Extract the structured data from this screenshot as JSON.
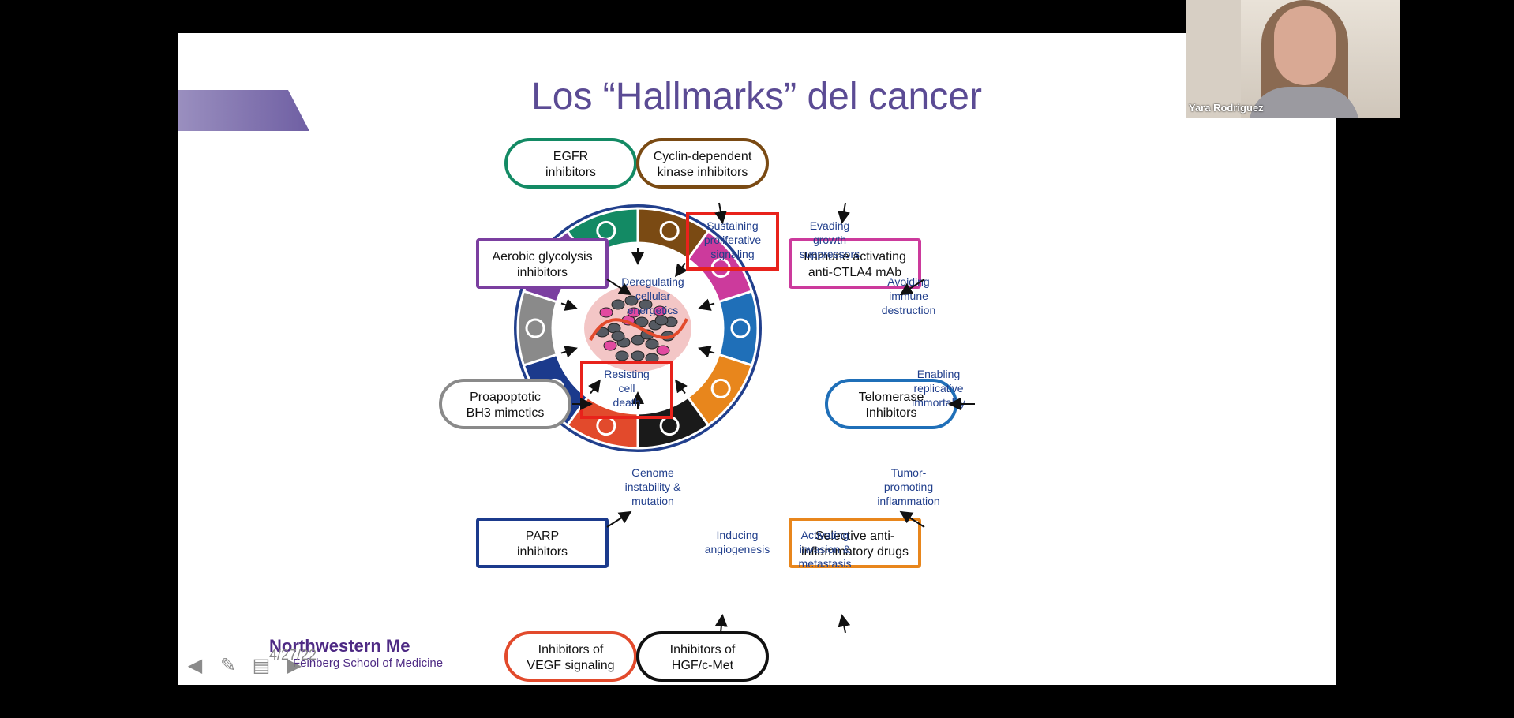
{
  "slide": {
    "title": "Los “Hallmarks” del cancer",
    "date": "4/27/22",
    "logo_main": "Northwestern Me",
    "logo_sub": "Feinberg School of Medicine"
  },
  "video": {
    "participant_name": "Yara Rodriguez"
  },
  "colors": {
    "title": "#5b4b94",
    "hallmark_text": "#213f8c",
    "highlight_box": "#e8221b",
    "ring_outline": "#213f8c"
  },
  "diagram": {
    "drugs": [
      {
        "id": "egfr",
        "lines": [
          "EGFR",
          "inhibitors"
        ],
        "color": "#138a64",
        "shape": "pill"
      },
      {
        "id": "cdk",
        "lines": [
          "Cyclin-dependent",
          "kinase inhibitors"
        ],
        "color": "#7a4a13",
        "shape": "pill"
      },
      {
        "id": "aerobic",
        "lines": [
          "Aerobic glycolysis",
          "inhibitors"
        ],
        "color": "#7b3fa0",
        "shape": "box"
      },
      {
        "id": "ctla4",
        "lines": [
          "Immune activating",
          "anti-CTLA4 mAb"
        ],
        "color": "#cc3a9c",
        "shape": "box"
      },
      {
        "id": "bh3",
        "lines": [
          "Proapoptotic",
          "BH3 mimetics"
        ],
        "color": "#8a8a8a",
        "shape": "pill"
      },
      {
        "id": "telomerase",
        "lines": [
          "Telomerase",
          "Inhibitors"
        ],
        "color": "#1f6fb8",
        "shape": "pill"
      },
      {
        "id": "parp",
        "lines": [
          "PARP",
          "inhibitors"
        ],
        "color": "#1b3a8c",
        "shape": "box"
      },
      {
        "id": "antiinflam",
        "lines": [
          "Selective anti-",
          "inflammatory drugs"
        ],
        "color": "#e8861c",
        "shape": "box"
      },
      {
        "id": "vegf",
        "lines": [
          "Inhibitors of",
          "VEGF signaling"
        ],
        "color": "#e24a2c",
        "shape": "pill"
      },
      {
        "id": "hgf",
        "lines": [
          "Inhibitors of",
          "HGF/c-Met"
        ],
        "color": "#111111",
        "shape": "pill"
      }
    ],
    "hallmarks": [
      {
        "id": "proliferative",
        "lines": [
          "Sustaining",
          "proliferative",
          "signaling"
        ],
        "highlighted": true
      },
      {
        "id": "growth",
        "lines": [
          "Evading",
          "growth",
          "suppressors"
        ],
        "highlighted": false
      },
      {
        "id": "energetics",
        "lines": [
          "Deregulating",
          "cellular",
          "energetics"
        ],
        "highlighted": false
      },
      {
        "id": "immune",
        "lines": [
          "Avoiding",
          "immune",
          "destruction"
        ],
        "highlighted": false
      },
      {
        "id": "celldeath",
        "lines": [
          "Resisting",
          "cell",
          "death"
        ],
        "highlighted": true
      },
      {
        "id": "immortality",
        "lines": [
          "Enabling",
          "replicative",
          "immortality"
        ],
        "highlighted": false
      },
      {
        "id": "genome",
        "lines": [
          "Genome",
          "instability &",
          "mutation"
        ],
        "highlighted": false
      },
      {
        "id": "inflammation",
        "lines": [
          "Tumor-",
          "promoting",
          "inflammation"
        ],
        "highlighted": false
      },
      {
        "id": "angiogenesis",
        "lines": [
          "Inducing",
          "angiogenesis"
        ],
        "highlighted": false
      },
      {
        "id": "invasion",
        "lines": [
          "Activating",
          "invasion &",
          "metastasis"
        ],
        "highlighted": false
      }
    ],
    "ring_segments": [
      {
        "color": "#138a64",
        "icon": "arrow-icon"
      },
      {
        "color": "#7a4a13",
        "icon": "stop-icon"
      },
      {
        "color": "#cc3a9c",
        "icon": "pacman-icon"
      },
      {
        "color": "#1f6fb8",
        "icon": "infinity-icon"
      },
      {
        "color": "#e8861c",
        "icon": "flame-icon"
      },
      {
        "color": "#1a1a1a",
        "icon": "ghost-icon"
      },
      {
        "color": "#e24a2c",
        "icon": "vessel-icon"
      },
      {
        "color": "#1b3a8c",
        "icon": "dna-icon"
      },
      {
        "color": "#8a8a8a",
        "icon": "plus-icon"
      },
      {
        "color": "#7b3fa0",
        "icon": "atom-icon"
      }
    ]
  }
}
